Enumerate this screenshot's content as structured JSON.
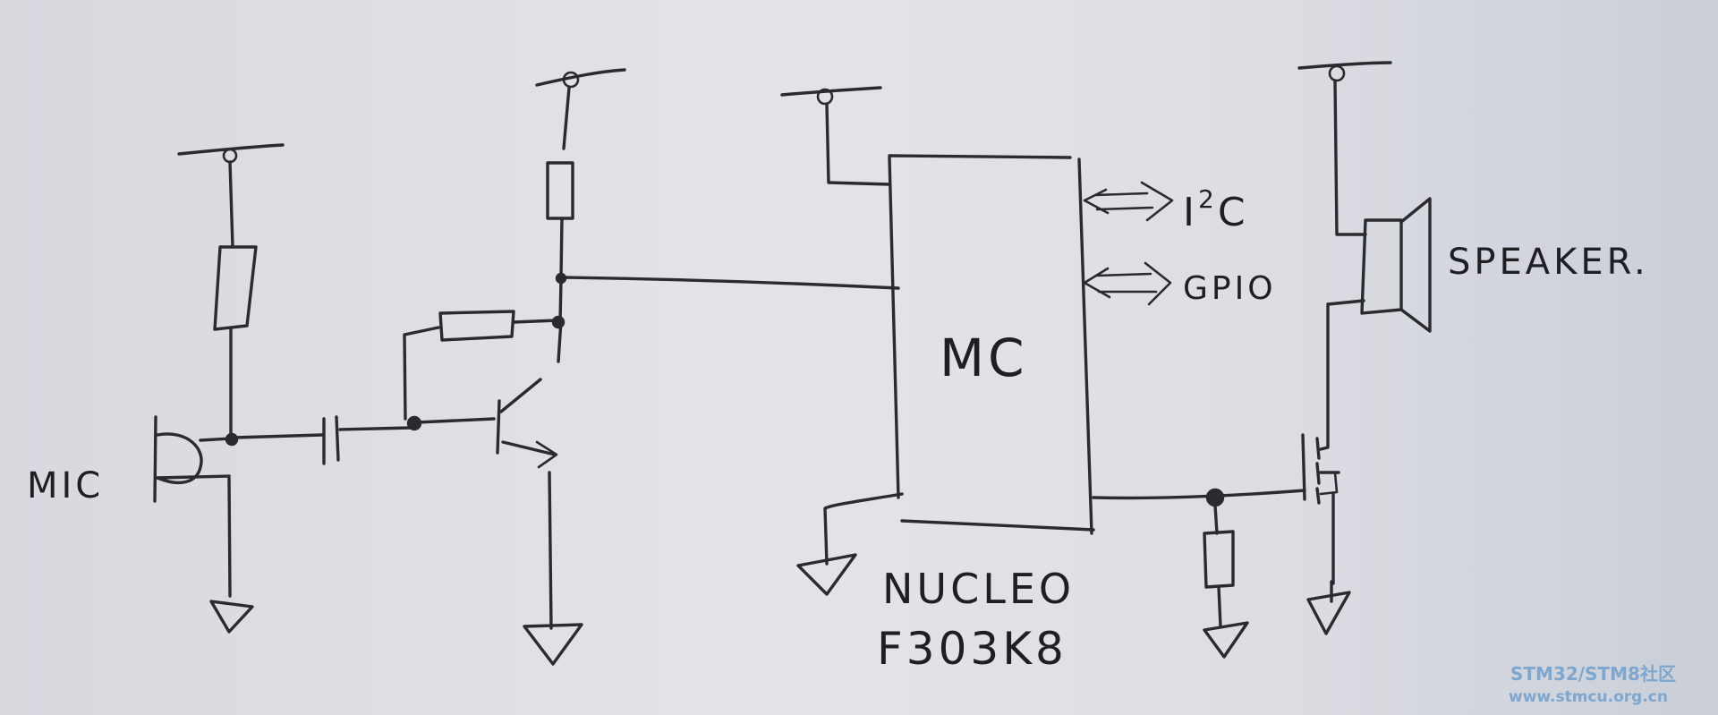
{
  "labels": {
    "mic": "MIC",
    "microcontroller": "MC",
    "i2c_base": "I",
    "i2c_sup": "2",
    "i2c_tail": "C",
    "gpio": "GPIO",
    "speaker": "SPEAKER.",
    "board_line1": "NUCLEO",
    "board_line2": "F303K8"
  },
  "watermark": {
    "line1": "STM32/STM8社区",
    "line2": "www.stmcu.org.cn"
  },
  "colors": {
    "ink": "#2b2a2e",
    "paper": "#e2e1e7",
    "watermark": "#7ea7cf"
  }
}
